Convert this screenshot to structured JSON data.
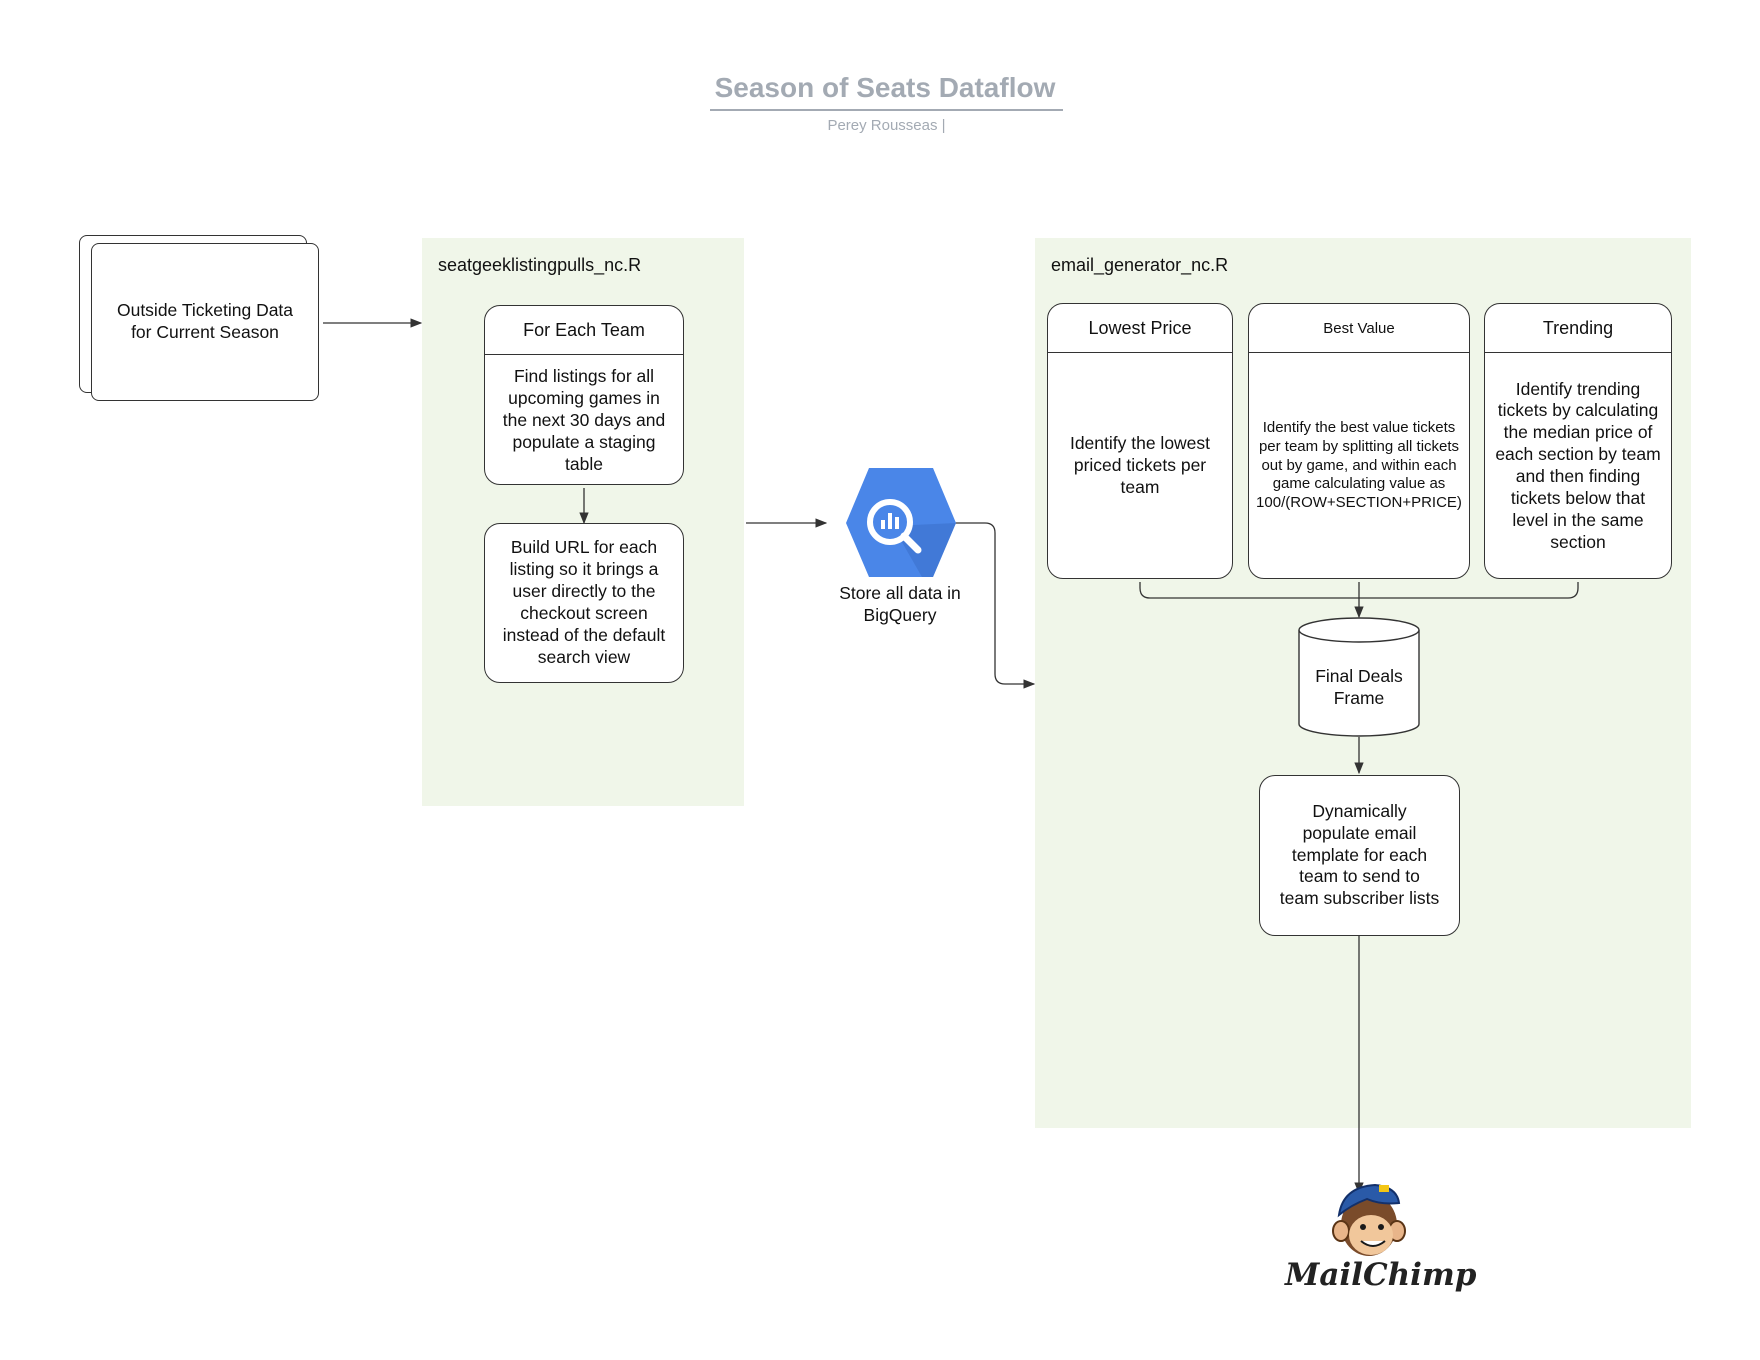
{
  "title": "Season of Seats Dataflow",
  "subtitle": "Perey Rousseas  |",
  "source": {
    "label": "Outside Ticketing Data for Current Season"
  },
  "pull_zone": {
    "label": "seatgeeklistingpulls_nc.R",
    "for_each": {
      "header": "For Each Team",
      "body": "Find listings for all upcoming games in the next 30 days and populate a staging table"
    },
    "build_url": "Build URL for each listing so it brings a user directly to the checkout screen instead of the default search view"
  },
  "bigquery": {
    "label": "Store all data in BigQuery",
    "icon": "bigquery-icon",
    "color": "#4a86e8"
  },
  "email_zone": {
    "label": "email_generator_nc.R",
    "cards": [
      {
        "header": "Lowest Price",
        "body": "Identify the lowest priced tickets per team"
      },
      {
        "header": "Best Value",
        "body": "Identify the best value tickets per team by splitting all tickets out by game, and within each game calculating value as 100/(ROW+SECTION+PRICE)"
      },
      {
        "header": "Trending",
        "body": "Identify trending tickets by calculating the median price of each section by team and then finding tickets below that level in the same section"
      }
    ],
    "final_frame": "Final Deals Frame",
    "email_template": "Dynamically populate email template for each team to send to team subscriber lists"
  },
  "mailchimp": {
    "wordmark": "MailChimp",
    "icon": "mailchimp-logo"
  },
  "colors": {
    "zone_fill": "#f0f6e9",
    "title": "#a3aab3",
    "stroke": "#333333"
  }
}
